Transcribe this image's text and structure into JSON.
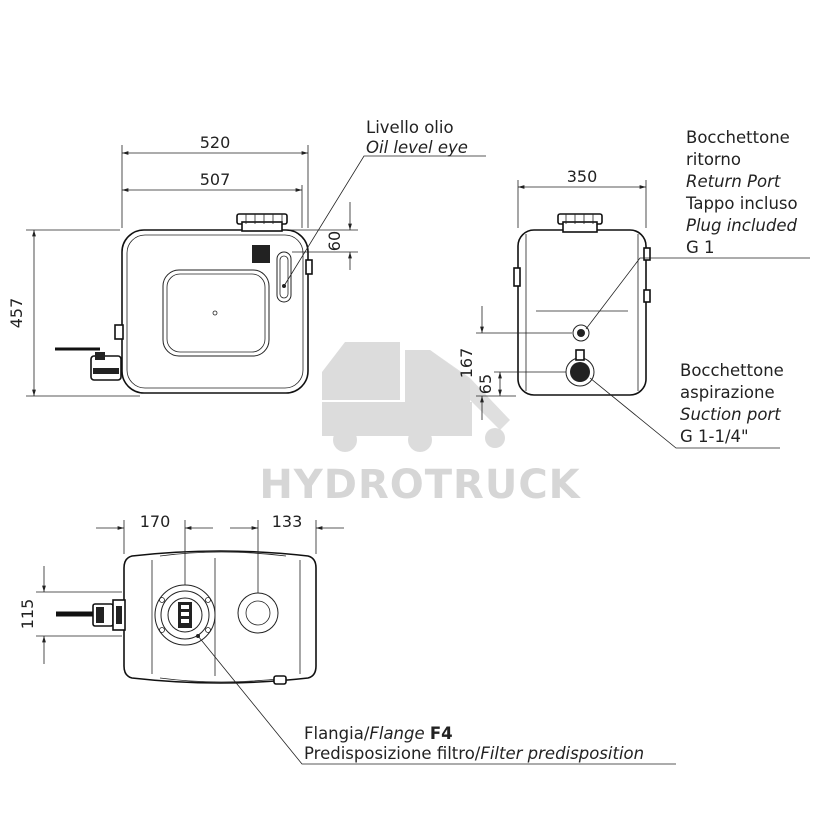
{
  "watermark": {
    "brand": "HYDROTRUCK",
    "color": "#d6d6d6"
  },
  "front_view": {
    "dim_width_outer": "520",
    "dim_width_inner": "507",
    "dim_height": "457",
    "dim_level_offset": "60",
    "oil_level_label": "Livello olio",
    "oil_level_label_en": "Oil level eye"
  },
  "side_view": {
    "dim_depth": "350",
    "dim_return_height": "167",
    "dim_suction_height": "65",
    "return_port": {
      "title_line1": "Bocchettone",
      "title_line2": "ritorno",
      "title_en": "Return Port",
      "plug": "Tappo incluso",
      "plug_en": "Plug included",
      "thread": "G 1"
    },
    "suction_port": {
      "title_line1": "Bocchettone",
      "title_line2": "aspirazione",
      "title_en": "Suction port",
      "thread": "G 1-1/4\""
    }
  },
  "top_view": {
    "dim_flange_offset": "170",
    "dim_cap_offset": "133",
    "dim_valve_offset": "115",
    "flange_label": "Flangia/",
    "flange_label_en": "Flange",
    "flange_code": "F4",
    "filter_label": "Predisposizione filtro/",
    "filter_label_en": "Filter predisposition"
  }
}
